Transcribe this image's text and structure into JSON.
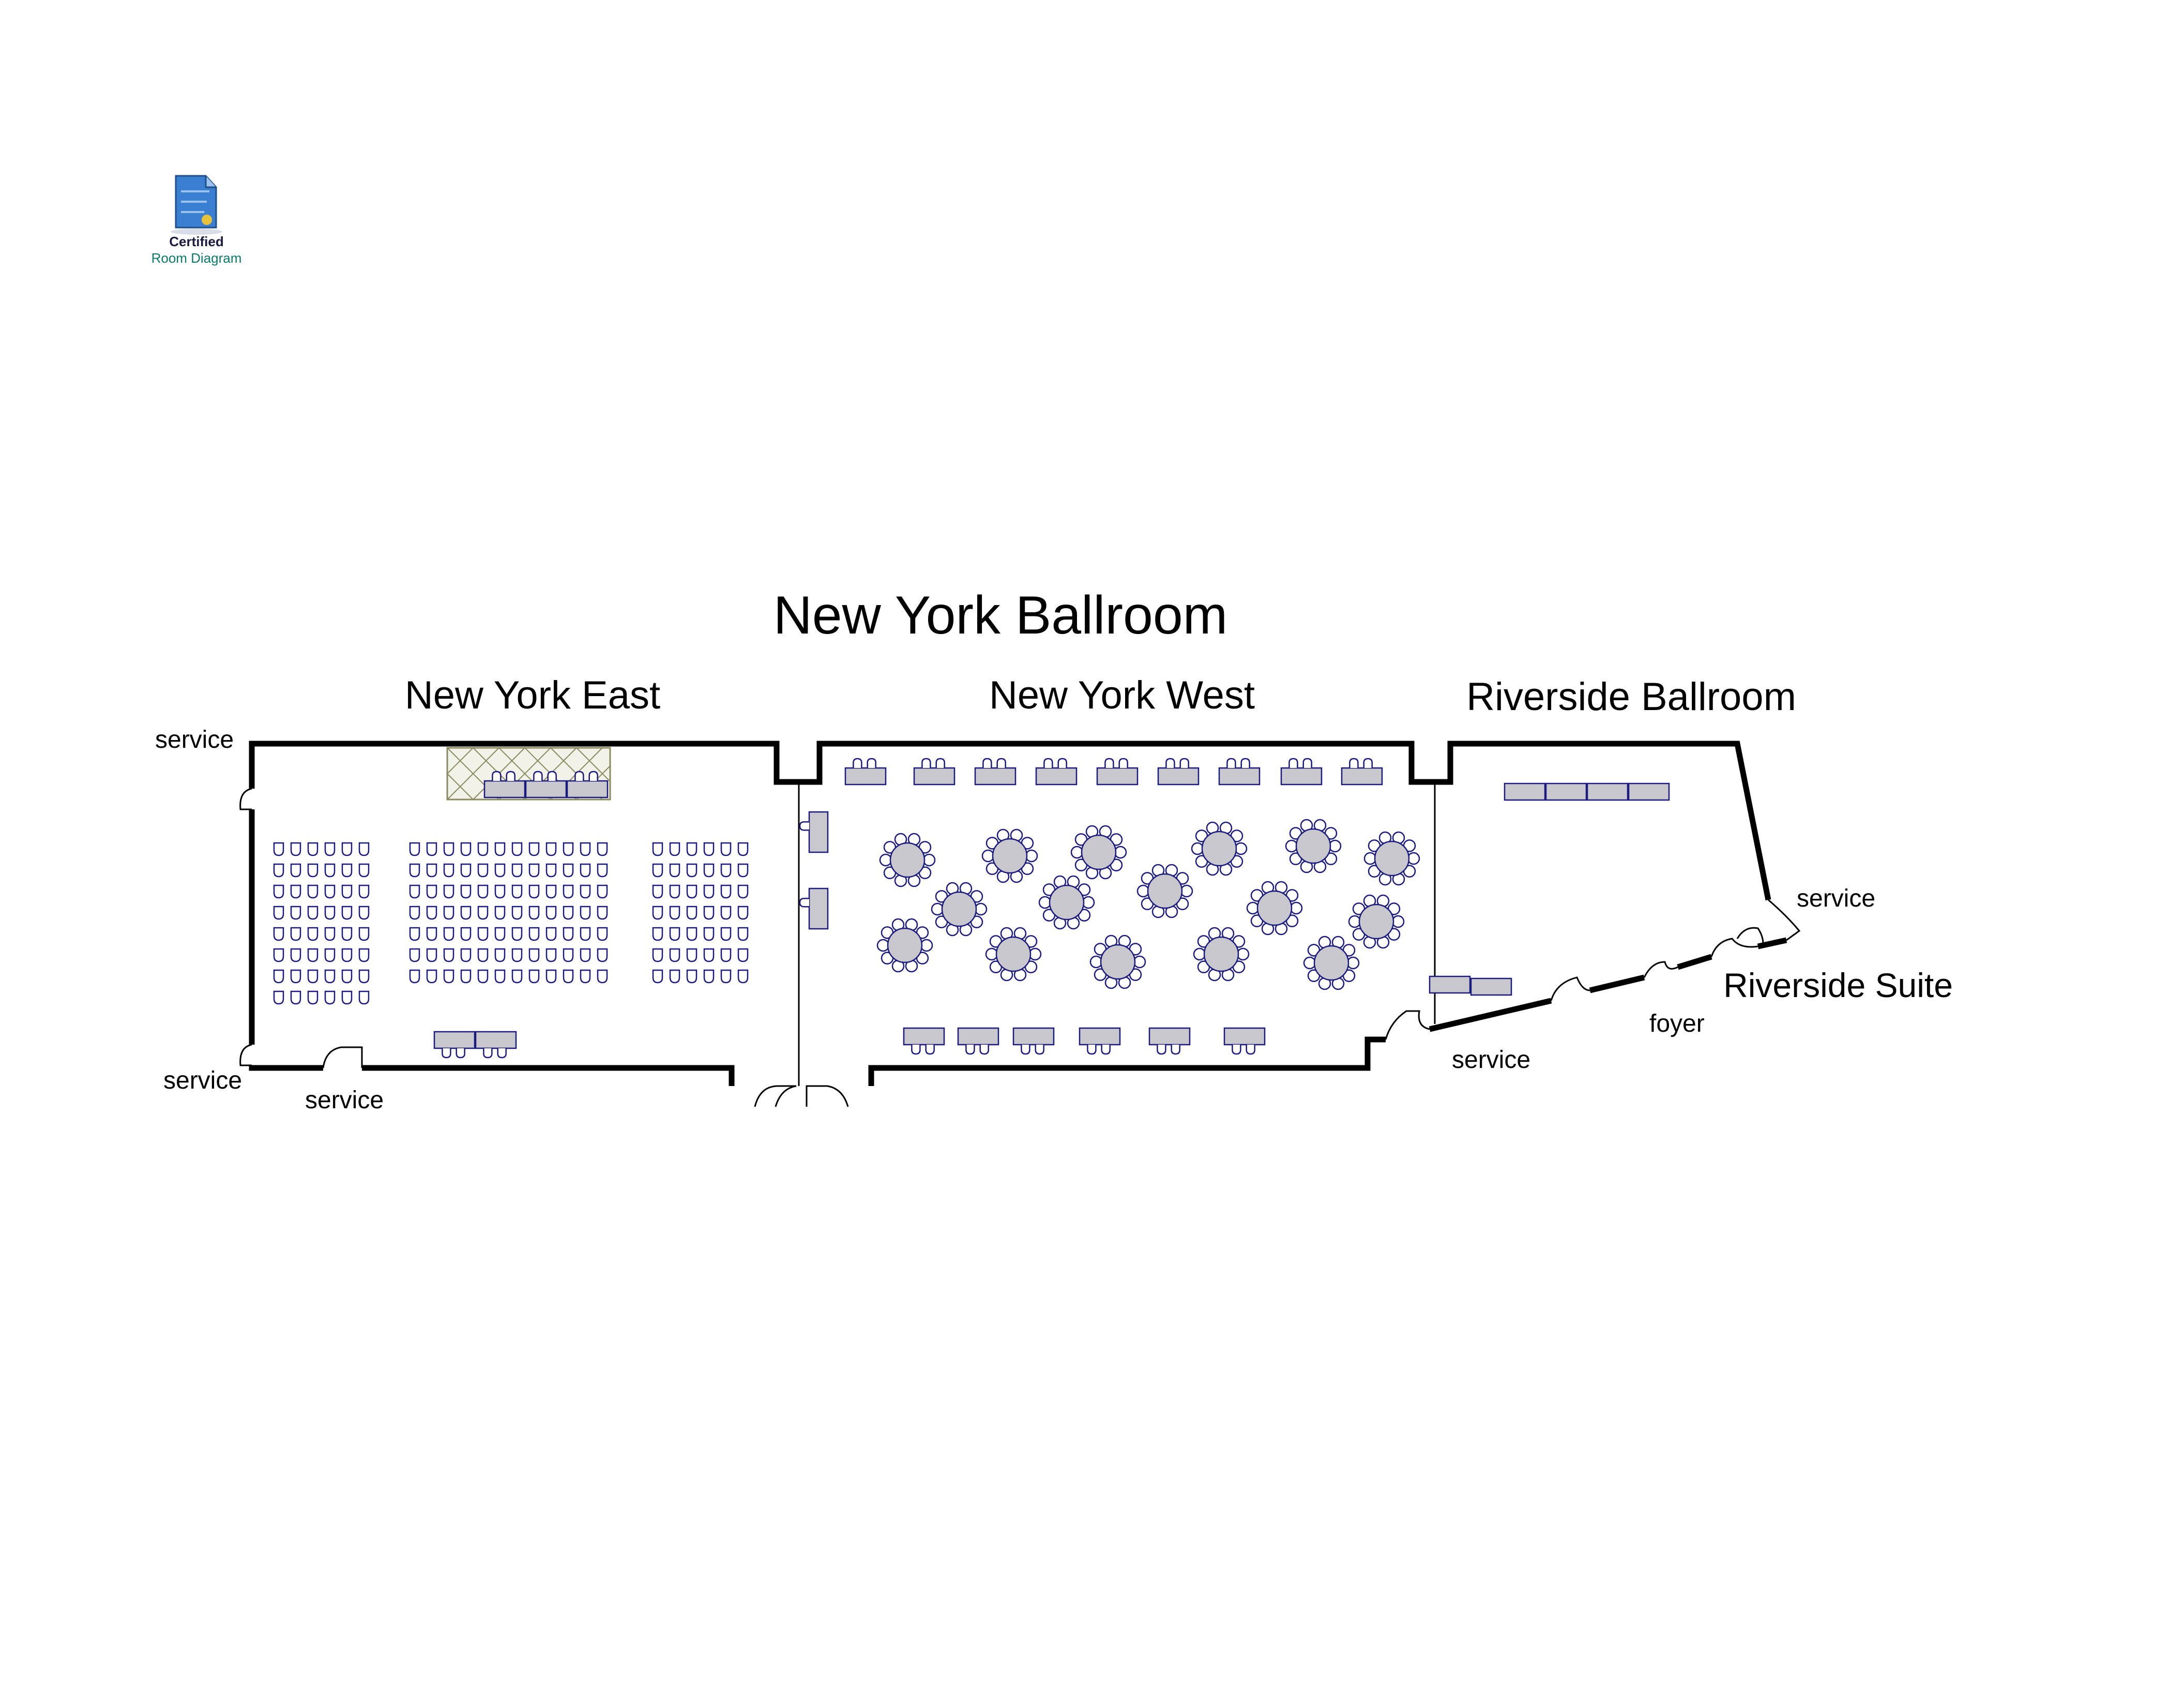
{
  "badge": {
    "line1": "Certified",
    "line2": "Room Diagram"
  },
  "title": "New York Ballroom",
  "rooms": {
    "new_york_east": "New York East",
    "new_york_west": "New York West",
    "riverside_ballroom": "Riverside Ballroom",
    "riverside_suite": "Riverside Suite"
  },
  "labels": {
    "service_top_left": "service",
    "service_bottom_left": "service",
    "service_bottom_door": "service",
    "service_right": "service",
    "service_riverside_bottom": "service",
    "foyer": "foyer"
  },
  "colors": {
    "wall": "#000000",
    "chair": "#1a1a80",
    "table_fill": "#c8c8cc",
    "table_stroke": "#1a1a80",
    "stage_stroke": "#8a8a60",
    "badge_text": "#1a1a40",
    "badge_text2": "#0a7a6a",
    "badge_icon": "#3a7fd0"
  },
  "icons": {
    "badge": "certified-document-icon"
  }
}
